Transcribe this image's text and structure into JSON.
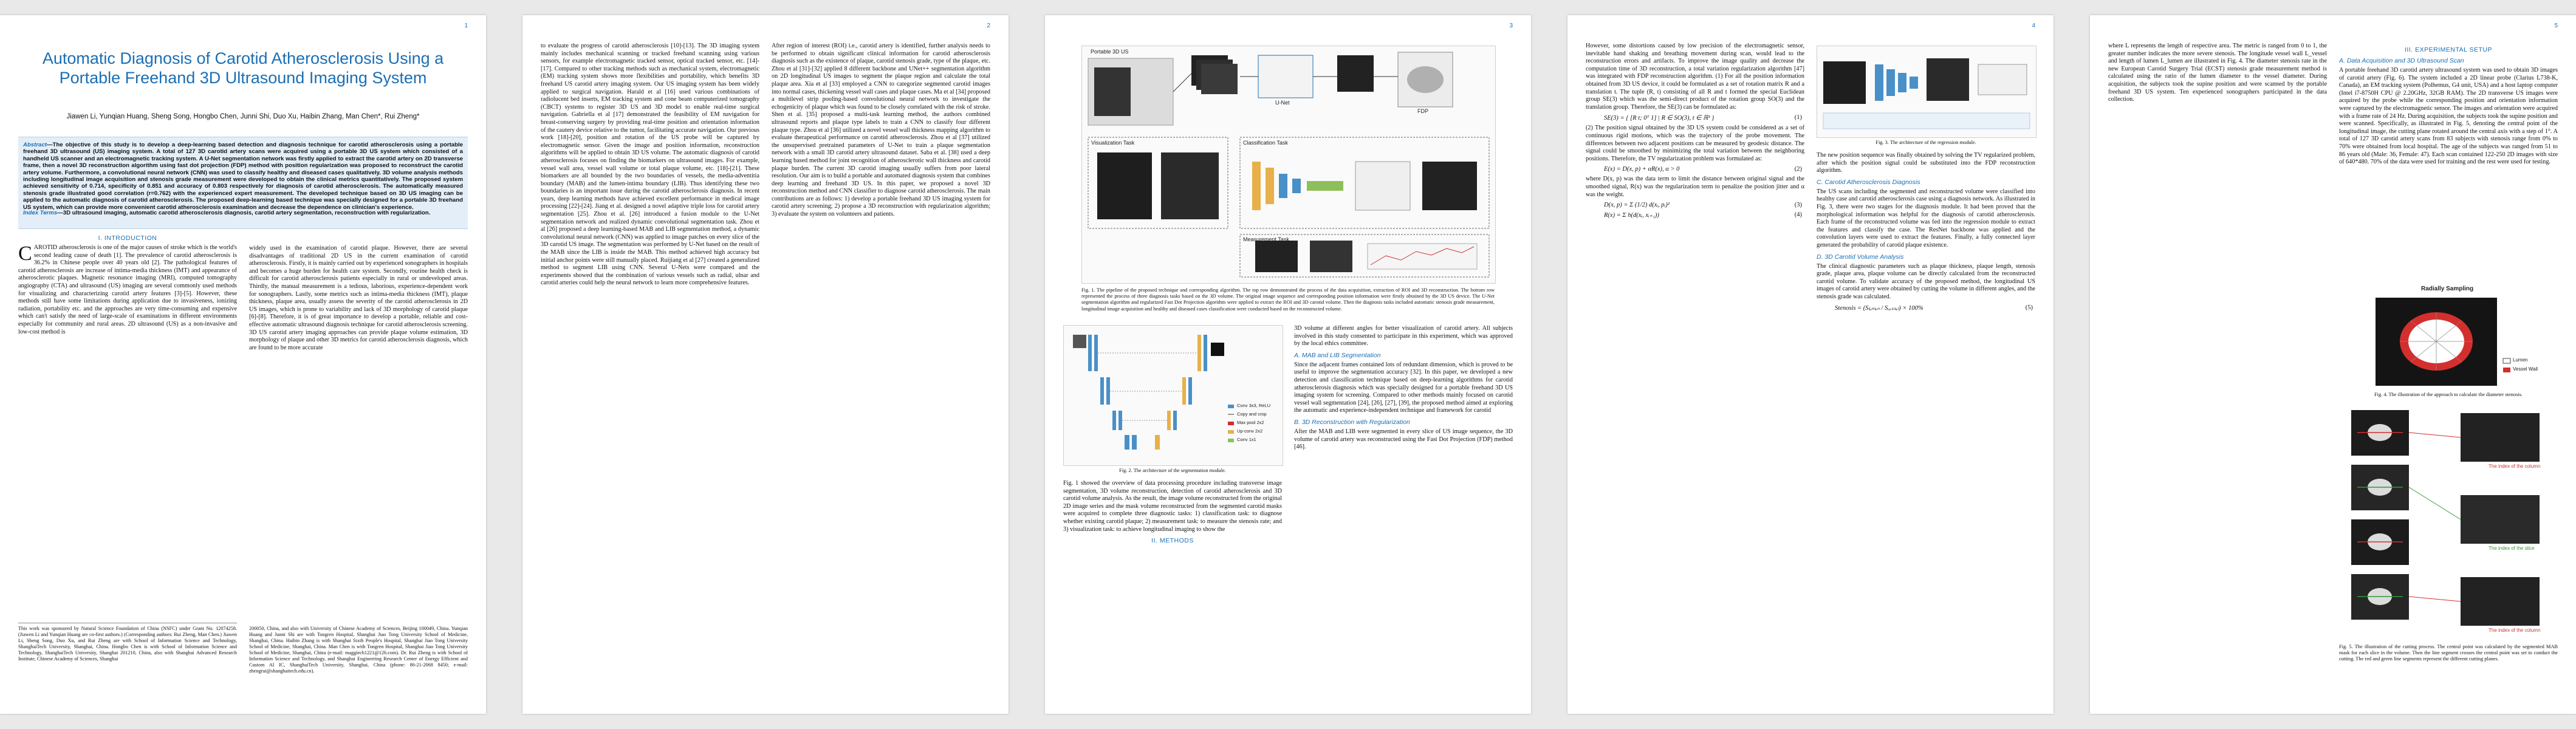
{
  "pages": [
    {
      "number": "1"
    },
    {
      "number": "2"
    },
    {
      "number": "3"
    },
    {
      "number": "4"
    },
    {
      "number": "5"
    }
  ],
  "paper": {
    "title": "Automatic Diagnosis of Carotid Atherosclerosis Using a Portable Freehand 3D Ultrasound Imaging System",
    "authors": "Jiawen Li, Yunqian Huang, Sheng Song, Hongbo Chen, Junni Shi, Duo Xu, Haibin Zhang, Man Chen*, Rui Zheng*",
    "abstract_lead": "Abstract",
    "abstract": "—The objective of this study is to develop a deep-learning based detection and diagnosis technique for carotid atherosclerosis using a portable freehand 3D ultrasound (US) imaging system. A total of 127 3D carotid artery scans were acquired using a portable 3D US system which consisted of a handheld US scanner and an electromagnetic tracking system. A U-Net segmentation network was firstly applied to extract the carotid artery on 2D transverse frame, then a novel 3D reconstruction algorithm using fast dot projection (FDP) method with position regularization was proposed to reconstruct the carotid artery volume. Furthermore, a convolutional neural network (CNN) was used to classify healthy and diseased cases qualitatively. 3D volume analysis methods including longitudinal image acquisition and stenosis grade measurement were developed to obtain the clinical metrics quantitatively. The proposed system achieved sensitivity of 0.714, specificity of 0.851 and accuracy of 0.803 respectively for diagnosis of carotid atherosclerosis. The automatically measured stenosis grade illustrated good correlation (r=0.762) with the experienced expert measurement. The developed technique based on 3D US imaging can be applied to the automatic diagnosis of carotid atherosclerosis. The proposed deep-learning based technique was specially designed for a portable 3D freehand US system, which can provide more convenient carotid atherosclerosis examination and decrease the dependence on clinician's experience.",
    "keywords_lead": "Index Terms",
    "keywords": "—3D ultrasound imaging, automatic carotid atherosclerosis diagnosis, carotid artery segmentation, reconstruction with regularization.",
    "section_intro": "I. INTRODUCTION",
    "dropcap": "C",
    "intro_p1": "AROTID atherosclerosis is one of the major causes of stroke which is the world's second leading cause of death [1]. The prevalence of carotid atherosclerosis is 36.2% in Chinese people over 40 years old [2]. The pathological features of carotid atherosclerosis are increase of intima-media thickness (IMT) and appearance of atherosclerotic plaques. Magnetic resonance imaging (MRI), computed tomography angiography (CTA) and ultrasound (US) imaging are several commonly used methods for visualizing and characterizing carotid artery features [3]-[5]. However, these methods still have some limitations during application due to invasiveness, ionizing radiation, portability etc. and the approaches are very time-consuming and expensive which can't satisfy the need of large-scale of examinations in different environments especially for community and rural areas. 2D ultrasound (US) as a non-invasive and low-cost method is",
    "intro_p2": "widely used in the examination of carotid plaque. However, there are several disadvantages of traditional 2D US in the current examination of carotid atherosclerosis. Firstly, it is mainly carried out by experienced sonographers in hospitals and becomes a huge burden for health care system. Secondly, routine health check is difficult for carotid atherosclerosis patients especially in rural or undeveloped areas. Thirdly, the manual measurement is a tedious, laborious, experience-dependent work for sonographers. Lastly, some metrics such as intima-media thickness (IMT), plaque thickness, plaque area, usually assess the severity of the carotid atherosclerosis in 2D US images, which is prone to variability and lack of 3D morphology of carotid plaque [6]-[8]. Therefore, it is of great importance to develop a portable, reliable and cost-effective automatic ultrasound diagnosis technique for carotid atherosclerosis screening. 3D US carotid artery imaging approaches can provide plaque volume estimation, 3D morphology of plaque and other 3D metrics for carotid atherosclerosis diagnosis, which are found to be more accurate",
    "footnote": "This work was sponsored by Natural Science Foundation of China (NSFC) under Grant No. 12074258. (Jiawen Li and Yunqian Huang are co-first authors.) (Corresponding authors: Rui Zheng, Man Chen.) Jiawen Li, Sheng Song, Duo Xu, and Rui Zheng are with School of Information Science and Technology, ShanghaiTech University, Shanghai, China. Hongbo Chen is with School of Information Science and Technology, ShanghaiTech University, Shanghai 201210, China, also with Shanghai Advanced Research Institute, Chinese Academy of Sciences, Shanghai",
    "footnote2": "200050, China, and also with University of Chinese Academy of Sciences, Beijing 100049, China. Yunqian Huang and Junni Shi are with Tongren Hospital, Shanghai Jiao Tong University School of Medicine, Shanghai, China. Haibin Zhang is with Shanghai Sixth People's Hospital, Shanghai Jiao Tong University School of Medicine, Shanghai, China. Man Chen is with Tongren Hospital, Shanghai Jiao Tong University School of Medicine, Shanghai, China (e-mail: maggiech1221@126.com). Dr. Rui Zheng is with School of Information Science and Technology, and Shanghai Engineering Research Center of Energy Efficient and Custom AI IC, ShanghaiTech University, Shanghai, China (phone: 86-21-2068 8450; e-mail: zhengrui@shanghaitech.edu.cn)."
  },
  "page2": {
    "c1": "to evaluate the progress of carotid atherosclerosis [10]-[13]. The 3D imaging system mainly includes mechanical scanning or tracked freehand scanning using various sensors, for example electromagnetic tracked sensor, optical tracked sensor, etc. [14]-[17]. Compared to other tracking methods such as mechanical system, electromagnetic (EM) tracking system shows more flexibilities and portability, which benefits 3D freehand US carotid artery imaging system. Our US imaging system has been widely applied to surgical navigation. Harald et al [16] used various combinations of radiolucent bed inserts, EM tracking system and cone beam computerized tomography (CBCT) systems to register 3D US and 3D model to enable real-time surgical navigation. Gabriella et al [17] demonstrated the feasibility of EM navigation for breast-conserving surgery by providing real-time position and orientation information of the cautery device relative to the tumor, facilitating accurate navigation. Our previous work [18]-[20], position and rotation of the US probe will be captured by electromagnetic sensor. Given the image and position information, reconstruction algorithms will be applied to obtain 3D US volume. The automatic diagnosis of carotid atherosclerosis focuses on finding the biomarkers on ultrasound images. For example, vessel wall area, vessel wall volume or total plaque volume, etc. [18]-[21]. These biomarkers are all bounded by the two boundaries of vessels, the media-adventitia boundary (MAB) and the lumen-intima boundary (LIB). Thus identifying these two boundaries is an important issue during the carotid atherosclerosis diagnosis. In recent years, deep learning methods have achieved excellent performance in medical image processing [22]-[24]. Jiang et al. designed a novel adaptive triple loss for carotid artery segmentation [25]. Zhou et al. [26] introduced a fusion module to the U-Net segmentation network and realized dynamic convolutional segmentation task. Zhou et al [26] proposed a deep learning-based MAB and LIB segmentation method, a dynamic convolutional neural network (CNN) was applied to image patches on every slice of the 3D carotid US image. The segmentation was performed by U-Net based on the result of the MAB since the LIB is inside the MAB. This method achieved high accuracy but initial anchor points were still manually placed. Ruijiang et al [27] created a generalized method to segment LIB using CNN. Several U-Nets were compared and the experiments showed that the combination of various vessels such as radial, ulnar and carotid arteries could help the neural network to learn more comprehensive features.",
    "c2": "After region of interest (ROI) i.e., carotid artery is identified, further analysis needs to be performed to obtain significant clinical information for carotid atherosclerosis diagnosis such as the existence of plaque, carotid stenosis grade, type of the plaque, etc. Zhou et al [31]-[32] applied 8 different backbone and UNet++ segmentation algorithm on 2D longitudinal US images to segment the plaque region and calculate the total plaque area. Xia et al [33] employed a CNN to categorize segmented carotid images into normal cases, thickening vessel wall cases and plaque cases. Ma et al [34] proposed a multilevel strip pooling-based convolutional neural network to investigate the echogenicity of plaque which was found to be closely correlated with the risk of stroke. Shen et al. [35] proposed a multi-task learning method, the authors combined ultrasound reports and plaque type labels to train a CNN to classify four different plaque type. Zhou et al [36] utilized a novel vessel wall thickness mapping algorithm to evaluate therapeutical performance on carotid atherosclerosis. Zhou et al [37] utilized the unsupervised pretrained parameters of U-Net to train a plaque segmentation network with a small 3D carotid artery ultrasound dataset. Saba et al. [38] used a deep learning based method for joint recognition of atherosclerotic wall thickness and carotid plaque burden. The current 3D carotid imaging usually suffers from poor lateral resolution. Our aim is to build a portable and automated diagnosis system that combines deep learning and freehand 3D US. In this paper, we proposed a novel 3D reconstruction method and CNN classifier to diagnose carotid atherosclerosis. The main contributions are as follows: 1) develop a portable freehand 3D US imaging system for carotid artery screening; 2) propose a 3D reconstruction with regularization algorithm; 3) evaluate the system on volunteers and patients."
  },
  "page3": {
    "fig1_caption": "Fig. 1. The pipeline of the proposed technique and corresponding algorithm. The top row demonstrated the process of the data acquisition, extraction of ROI and 3D reconstruction. The bottom row represented the process of three diagnosis tasks based on the 3D volume. The original image sequence and corresponding position information were firstly obtained by the 3D US device. The U-Net segmentation algorithm and regularized Fast Dot Projection algorithm were applied to extract the ROI and 3D carotid volume. Then the diagnosis tasks included automatic stenosis grade measurement, longitudinal image acquisition and healthy and diseased cases classification were conducted based on the reconstructed volume.",
    "fig2_caption": "Fig. 2. The architecture of the segmentation module.",
    "fig1_labels": [
      "Visualization Task",
      "Classification Task",
      "Measurement Task",
      "Portable 3D US",
      "U-Net",
      "FDP"
    ],
    "legend": [
      "Conv 3x3, ReLU",
      "Copy and crop",
      "Max pool 2x2",
      "Up-conv 2x2",
      "Conv 1x1"
    ],
    "c1": "Fig. 1 showed the overview of data processing procedure including transverse image segmentation, 3D volume reconstruction, detection of carotid atherosclerosis and 3D carotid volume analysis. As the result, the image volume reconstructed from the original 2D image series and the mask volume reconstructed from the segmented carotid masks were acquired to complete three diagnostic tasks: 1) classification task: to diagnose whether existing carotid plaque; 2) measurement task: to measure the stenosis rate; and 3) visualization task: to achieve longitudinal imaging to show the",
    "section": "II. METHODS",
    "c2": "3D volume at different angles for better visualization of carotid artery. All subjects involved in this study consented to participate in this experiment, which was approved by the local ethics committee.",
    "subA": "A. MAB and LIB Segmentation",
    "c2b": "Since the adjacent frames contained lots of redundant dimension, which is proved to be useful to improve the segmentation accuracy [32]. In this paper, we developed a new detection and classification technique based on deep-learning algorithms for carotid atherosclerosis diagnosis which was specially designed for a portable freehand 3D US imaging system for screening. Compared to other methods mainly focused on carotid vessel wall segmentation [24], [26], [27], [39], the proposed method aimed at exploring the automatic and experience-independent technique and framework for carotid",
    "subB": "B. 3D Reconstruction with Regularization",
    "c2c": "After the MAB and LIB were segmented in every slice of US image sequence, the 3D volume of carotid artery was reconstructed using the Fast Dot Projection (FDP) method [46]."
  },
  "page4": {
    "fig3_caption": "Fig. 3. The architecture of the regression module.",
    "c1": "However, some distortions caused by low precision of the electromagnetic sensor, inevitable hand shaking and breathing movement during scan, would lead to the reconstruction errors and artifacts. To improve the image quality and decrease the computation time of 3D reconstruction, a total variation regularization algorithm [47] was integrated with FDP reconstruction algorithm. (1) For all the position information obtained from 3D US device, it could be formulated as a set of rotation matrix R and a translation t. The tuple (R, t) consisting of all R and t formed the special Euclidean group SE(3) which was the semi-direct product of the rotation group SO(3) and the translation group. Therefore, the SE(3) can be formulated as:",
    "eq1": "SE(3) = { [R t; 0ᵀ 1] | R ∈ SO(3), t ∈ ℝ³ }",
    "eq1_num": "(1)",
    "c1b": "(2) The position signal obtained by the 3D US system could be considered as a set of continuous rigid motions, which was the trajectory of the probe movement. The differences between two adjacent positions can be measured by geodesic distance. The signal could be smoothed by minimizing the total variation between the neighboring positions. Therefore, the TV regularization problem was formulated as:",
    "eq2": "E(x) = D(x, p) + αR(x), α > 0",
    "eq2_num": "(2)",
    "c1c": "where D(x, p) was the data term to limit the distance between original signal and the smoothed signal, R(x) was the regularization term to penalize the position jitter and α was the weight.",
    "eq3": "D(x, p) = Σ (1/2) d(xᵢ, pᵢ)²",
    "eq3_num": "(3)",
    "eq4": "R(x) = Σ h(d(xᵢ, xᵢ₊₁))",
    "eq4_num": "(4)",
    "c2": "The new position sequence was finally obtained by solving the TV regularized problem, after which the position signal could be substituted into the FDP reconstruction algorithm.",
    "subC": "C. Carotid Atherosclerosis Diagnosis",
    "c2b": "The US scans including the segmented and reconstructed volume were classified into healthy case and carotid atherosclerosis case using a diagnosis network. As illustrated in Fig. 3, there were two stages for the diagnosis module. It had been proved that the morphological information was helpful for the diagnosis of carotid atherosclerosis. Each frame of the reconstructed volume was fed into the regression module to extract the features and classify the case. The ResNet backbone was applied and the convolution layers were used to extract the features. Finally, a fully connected layer generated the probability of carotid plaque existence.",
    "subD": "D. 3D Carotid Volume Analysis",
    "c2c": "The clinical diagnostic parameters such as plaque thickness, plaque length, stenosis grade, plaque area, plaque volume can be directly calculated from the reconstructed carotid volume. To validate accuracy of the proposed method, the longitudinal US images of carotid artery were obtained by cutting the volume in different angles, and the stenosis grade was calculated.",
    "eq5": "Stenosis = (Sₗᵤₘₑₙ / Sᵥₑₛₛₑₗ) × 100%",
    "eq5_num": "(5)"
  },
  "page5": {
    "c1": "where L represents the length of respective area. The metric is ranged from 0 to 1, the greater number indicates the more severe stenosis. The longitude vessel wall L_vessel and length of lumen L_lumen are illustrated in Fig. 4. The diameter stenosis rate in the new European Carotid Surgery Trial (ECST) stenosis grade measurement method is calculated using the ratio of the lumen diameter to the vessel diameter. During acquisition, the subjects took the supine position and were scanned by the portable freehand 3D US system. Ten experienced sonographers participated in the data collection.",
    "section": "III. EXPERIMENTAL SETUP",
    "subA": "A. Data Acquisition and 3D Ultrasound Scan",
    "c2": "A portable freehand 3D carotid artery ultrasound system was used to obtain 3D images of carotid artery (Fig. 6). The system included a 2D linear probe (Clarius L738-K, Canada), an EM tracking system (Polhemus, G4 unit, USA) and a host laptop computer (Intel i7-8750H CPU @ 2.20GHz, 32GB RAM). The 2D transverse US images were acquired by the probe while the corresponding position and orientation information were captured by the electromagnetic sensor. The images and orientation were acquired with a frame rate of 24 Hz. During acquisition, the subjects took the supine position and were scanned. Specifically, as illustrated in Fig. 5, denoting the central point of the longitudinal image, the cutting plane rotated around the central axis with a step of 1°. A total of 127 3D carotid artery scans from 83 subjects with stenosis range from 0% to 70% were obtained from local hospital. The age of the subjects was ranged from 51 to 86 years old (Male: 36, Female: 47). Each scan contained 122-250 2D images with size of 640*480. 70% of the data were used for training and the rest were used for testing.",
    "fig4_title": "Radially Sampling",
    "fig4_caption": "Fig. 4. The illustration of the approach to calculate the diameter stenosis.",
    "fig4_legend": [
      "Lumen",
      "Vessel Wall"
    ],
    "fig5_labels": [
      "The index of the column",
      "The index of the slice",
      "The index of the column"
    ],
    "fig5_caption": "Fig. 5. The illustration of the cutting process. The central point was calculated by the segmented MAB mask for each slice in the volume. Then the line segment crosses the central point was set to conduct the cutting. The red and green line segments represent the different cutting planes.",
    "colors": {
      "accent": "#1a6fb5",
      "lumen": "#ffffff",
      "vessel_wall": "#d32f2f"
    }
  }
}
